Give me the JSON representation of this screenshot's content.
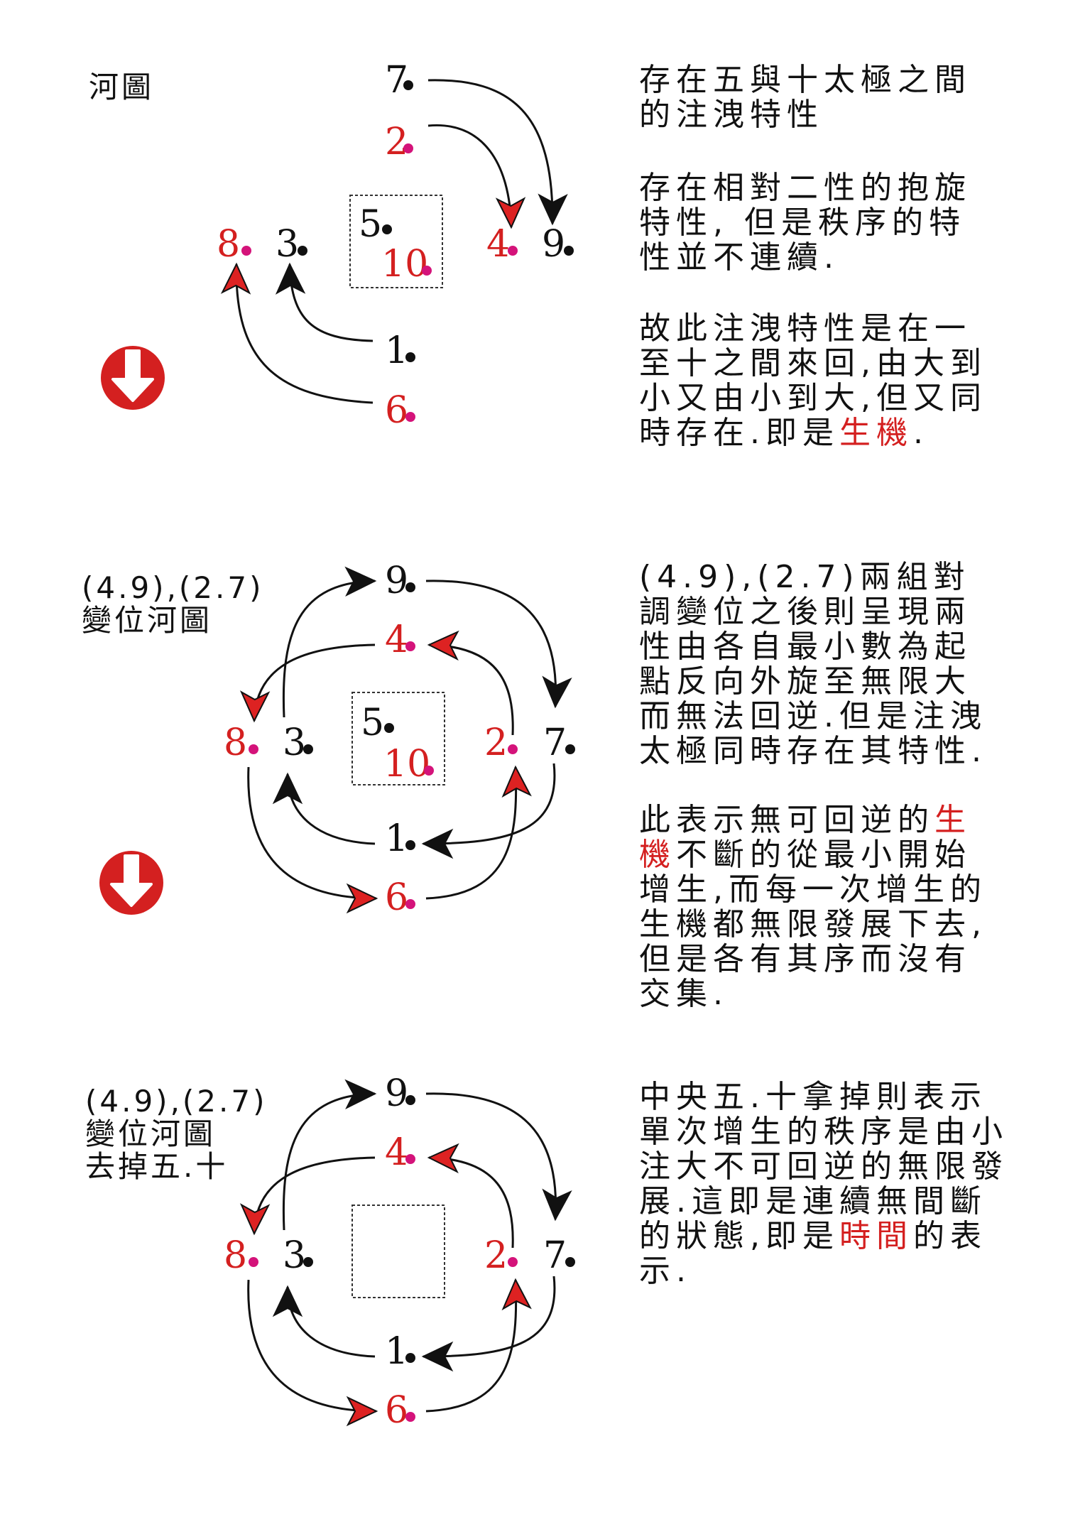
{
  "colors": {
    "black": "#111111",
    "red": "#d42020",
    "magenta": "#d4137a",
    "arrow_red": "#dd2222"
  },
  "panels": [
    {
      "title_lines": [
        "河圖"
      ],
      "numbers": {
        "n1": "1",
        "n2": "2",
        "n3": "3",
        "n4": "4",
        "n5": "5",
        "n6": "6",
        "n7": "7",
        "n8": "8",
        "n9": "9",
        "n10": "10"
      },
      "center_numbers_visible": true,
      "direction_icon": "down-arrow-icon",
      "paragraphs": [
        [
          [
            {
              "t": "存在五與十太極之間"
            }
          ],
          [
            {
              "t": "的注洩特性"
            }
          ]
        ],
        [
          [
            {
              "t": "存在相對二性的抱旋"
            }
          ],
          [
            {
              "t": "特性, 但是秩序的特"
            }
          ],
          [
            {
              "t": "性並不連續."
            }
          ]
        ],
        [
          [
            {
              "t": "故此注洩特性是在一"
            }
          ],
          [
            {
              "t": "至十之間來回,由大到"
            }
          ],
          [
            {
              "t": "小又由小到大,但又同"
            }
          ],
          [
            {
              "t": "時存在.即是"
            },
            {
              "t": "生機",
              "hl": true
            },
            {
              "t": "."
            }
          ]
        ]
      ]
    },
    {
      "title_lines": [
        "(4.9),(2.7)",
        "變位河圖"
      ],
      "numbers": {
        "n1": "1",
        "n2": "2",
        "n3": "3",
        "n4": "4",
        "n5": "5",
        "n6": "6",
        "n7": "7",
        "n8": "8",
        "n9": "9",
        "n10": "10"
      },
      "center_numbers_visible": true,
      "direction_icon": "down-arrow-icon",
      "paragraphs": [
        [
          [
            {
              "t": "(4.9),(2.7)兩組對"
            }
          ],
          [
            {
              "t": "調變位之後則呈現兩"
            }
          ],
          [
            {
              "t": "性由各自最小數為起"
            }
          ],
          [
            {
              "t": "點反向外旋至無限大"
            }
          ],
          [
            {
              "t": "而無法回逆.但是注洩"
            }
          ],
          [
            {
              "t": "太極同時存在其特性."
            }
          ]
        ],
        [
          [
            {
              "t": "此表示無可回逆的"
            },
            {
              "t": "生",
              "hl": true
            }
          ],
          [
            {
              "t": "機",
              "hl": true
            },
            {
              "t": "不斷的從最小開始"
            }
          ],
          [
            {
              "t": "增生,而每一次增生的"
            }
          ],
          [
            {
              "t": "生機都無限發展下去,"
            }
          ],
          [
            {
              "t": "但是各有其序而沒有"
            }
          ],
          [
            {
              "t": "交集."
            }
          ]
        ]
      ]
    },
    {
      "title_lines": [
        "(4.9),(2.7)",
        "變位河圖",
        "去掉五.十"
      ],
      "numbers": {
        "n1": "1",
        "n2": "2",
        "n3": "3",
        "n4": "4",
        "n6": "6",
        "n7": "7",
        "n8": "8",
        "n9": "9"
      },
      "center_numbers_visible": false,
      "paragraphs": [
        [
          [
            {
              "t": "中央五.十拿掉則表示"
            }
          ],
          [
            {
              "t": "單次增生的秩序是由小"
            }
          ],
          [
            {
              "t": "注大不可回逆的無限發"
            }
          ],
          [
            {
              "t": "展.這即是連續無間斷"
            }
          ],
          [
            {
              "t": "的狀態,即是"
            },
            {
              "t": "時間",
              "hl": true
            },
            {
              "t": "的表"
            }
          ],
          [
            {
              "t": "示."
            }
          ]
        ]
      ]
    }
  ]
}
